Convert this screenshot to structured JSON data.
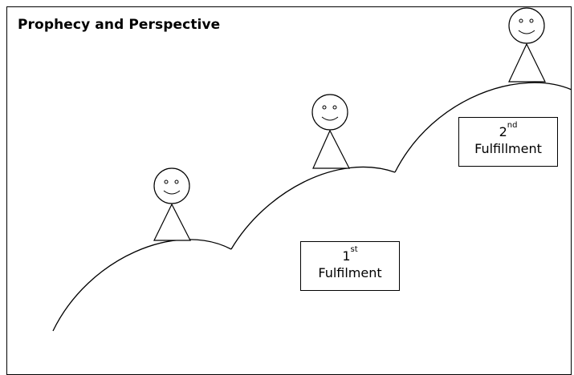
{
  "title": "Prophecy and Perspective",
  "figures": [
    {
      "name": "figure-left"
    },
    {
      "name": "figure-middle"
    },
    {
      "name": "figure-right"
    }
  ],
  "labels": {
    "first": {
      "number": "1",
      "suffix": "st",
      "text": "Fulfilment"
    },
    "second": {
      "number": "2",
      "suffix": "nd",
      "text": "Fulfillment"
    }
  }
}
